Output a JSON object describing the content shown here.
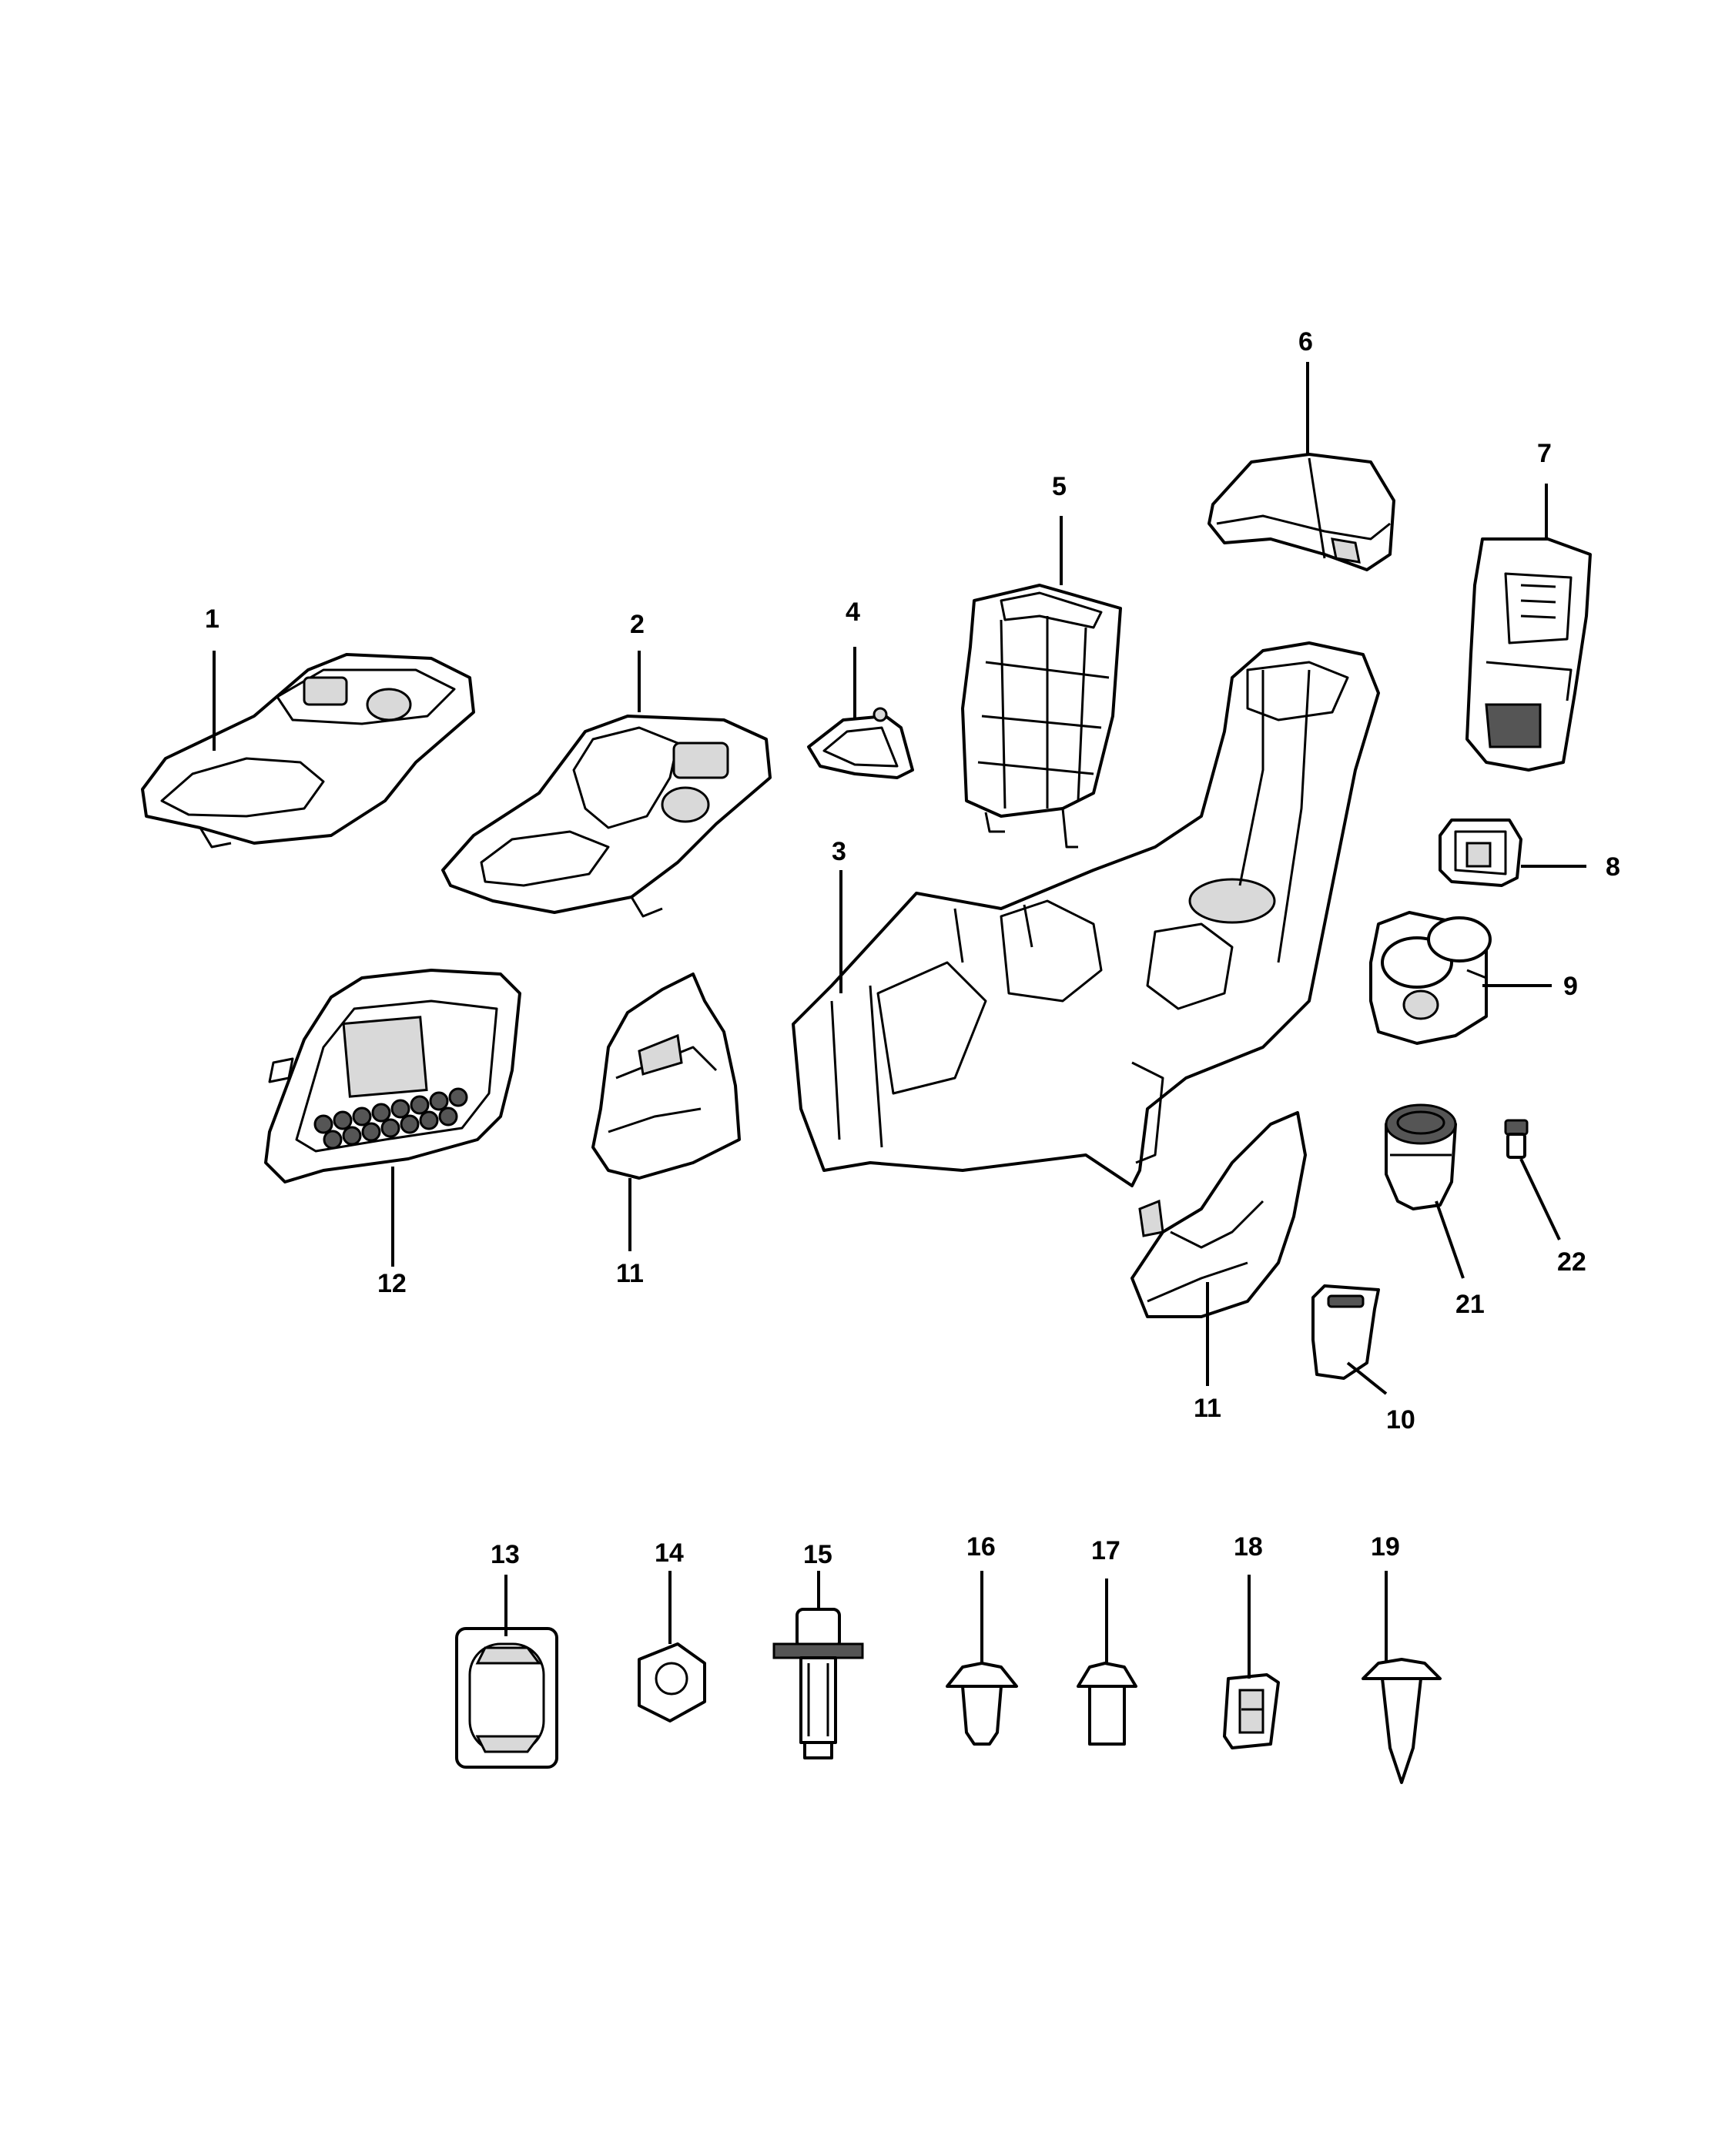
{
  "callouts": {
    "c1": "1",
    "c2": "2",
    "c3": "3",
    "c4": "4",
    "c5": "5",
    "c6": "6",
    "c7": "7",
    "c8": "8",
    "c9": "9",
    "c10": "10",
    "c11a": "11",
    "c11b": "11",
    "c12": "12",
    "c13": "13",
    "c14": "14",
    "c15": "15",
    "c16": "16",
    "c17": "17",
    "c18": "18",
    "c19": "19",
    "c21": "21",
    "c22": "22"
  }
}
